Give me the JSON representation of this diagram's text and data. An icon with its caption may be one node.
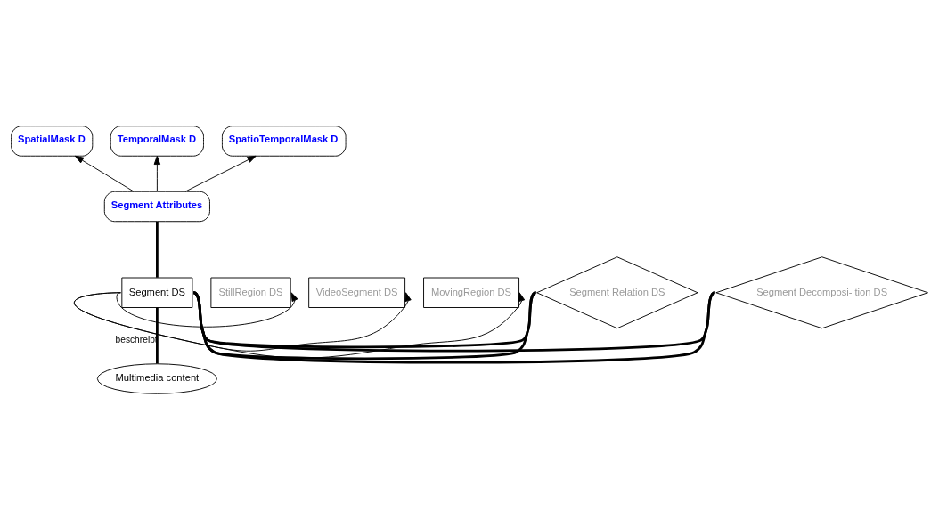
{
  "diagram": {
    "nodes": [
      {
        "text": [
          "SpatialMask D"
        ]
      },
      {
        "text": [
          "TemporalMask D"
        ]
      },
      {
        "text": [
          "SpatioTemporalMask D"
        ]
      },
      {
        "text": [
          "Segment Attributes"
        ]
      },
      {
        "text": [
          "StillRegion DS"
        ]
      },
      {
        "text": [
          "VideoSegment DS"
        ]
      },
      {
        "text": [
          "MovingRegion DS"
        ]
      },
      {
        "text": [
          "Segment DS"
        ]
      },
      {
        "text": [
          "Segment Relation DS"
        ]
      },
      {
        "text": [
          "Segment Decomposi- tion DS"
        ]
      },
      {
        "text": [
          "Multimedia content"
        ]
      }
    ],
    "edges": [
      {
        "from": 3,
        "to": 0,
        "arrow": "to"
      },
      {
        "from": 3,
        "to": 1,
        "arrow": "to"
      },
      {
        "from": 3,
        "to": 2,
        "arrow": "to"
      },
      {
        "from": 7,
        "to": 3,
        "arrow": "none",
        "style": "thick"
      },
      {
        "from": 7,
        "to": 4,
        "arrow": "to"
      },
      {
        "from": 7,
        "to": 5,
        "arrow": "to"
      },
      {
        "from": 7,
        "to": 6,
        "arrow": "to"
      },
      {
        "from": 7,
        "to": 8,
        "arrow": "none",
        "style": "thick"
      },
      {
        "from": 7,
        "to": 8,
        "arrow": "none",
        "style": "thick"
      },
      {
        "from": 7,
        "to": 9,
        "arrow": "none",
        "style": "thick"
      },
      {
        "from": 7,
        "to": 9,
        "arrow": "none",
        "style": "thick"
      },
      {
        "from": 7,
        "to": 10,
        "label": "beschreibt",
        "arrow": "none",
        "style": "thick"
      }
    ]
  }
}
